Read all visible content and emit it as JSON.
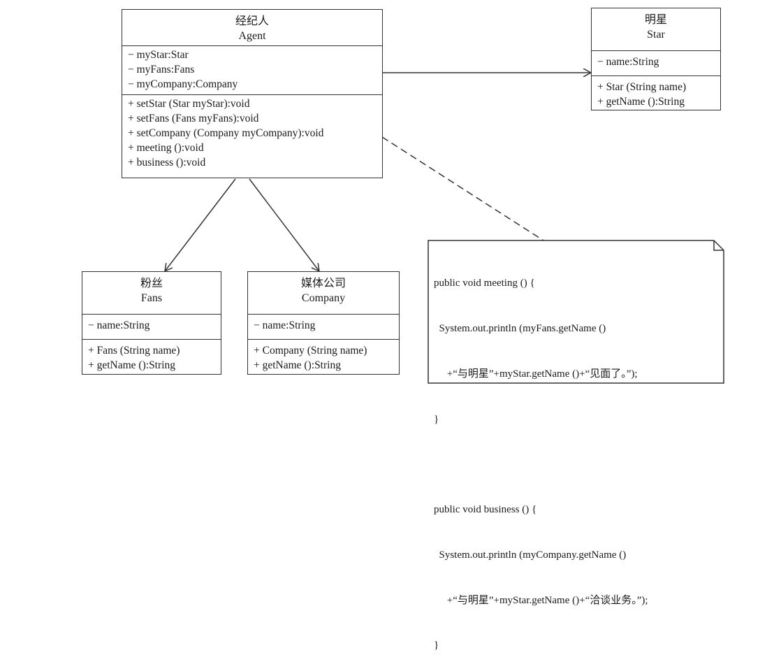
{
  "classes": {
    "agent": {
      "cn": "经纪人",
      "en": "Agent",
      "attributes": [
        "− myStar:Star",
        "− myFans:Fans",
        "− myCompany:Company"
      ],
      "methods": [
        "+ setStar (Star myStar):void",
        "+ setFans (Fans myFans):void",
        "+ setCompany (Company myCompany):void",
        "+ meeting ():void",
        "+ business ():void"
      ]
    },
    "star": {
      "cn": "明星",
      "en": "Star",
      "attributes": [
        "− name:String"
      ],
      "methods": [
        "+ Star (String name)",
        "+ getName ():String"
      ]
    },
    "fans": {
      "cn": "粉丝",
      "en": "Fans",
      "attributes": [
        "− name:String"
      ],
      "methods": [
        "+ Fans (String name)",
        "+ getName ():String"
      ]
    },
    "company": {
      "cn": "媒体公司",
      "en": "Company",
      "attributes": [
        "− name:String"
      ],
      "methods": [
        "+ Company (String name)",
        "+ getName ():String"
      ]
    }
  },
  "note": {
    "lines": [
      "public void meeting () {",
      "  System.out.println (myFans.getName ()",
      "     +“与明星”+myStar.getName ()+“见面了。”);",
      "}",
      "",
      "public void business () {",
      "  System.out.println (myCompany.getName ()",
      "     +“与明星”+myStar.getName ()+“洽谈业务。”);",
      "}"
    ]
  }
}
